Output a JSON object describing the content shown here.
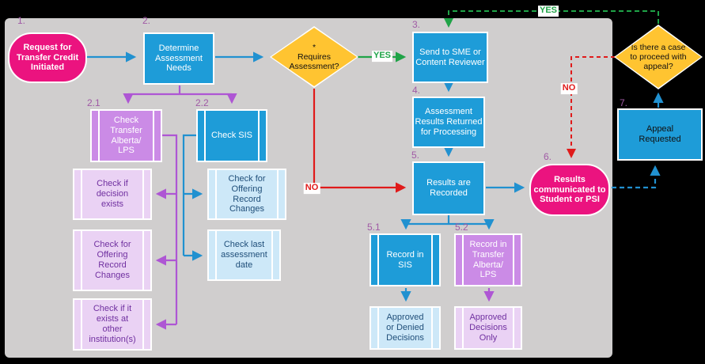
{
  "colors": {
    "background": "#000000",
    "panel_gray": "#D0CECE",
    "process_blue": "#1E9CD8",
    "terminator_pink": "#EB137F",
    "decision_yellow": "#FFC431",
    "purple_medium": "#CB8BE6",
    "purple_light": "#EAD2F4",
    "blue_light": "#CDE8F8",
    "text_purple": "#7030A0",
    "text_navy": "#1F4E79",
    "arrow_blue": "#2191D0",
    "arrow_purple": "#AE56D4",
    "arrow_red": "#E01A1A",
    "arrow_green": "#1FA347",
    "step_label_purple": "#A05AA5"
  },
  "steps": {
    "s1": "1.",
    "s2": "2.",
    "s2_1": "2.1",
    "s2_2": "2.2",
    "s3": "3.",
    "s4": "4.",
    "s5": "5.",
    "s5_1": "5.1",
    "s5_2": "5.2",
    "s6": "6.",
    "s7": "7."
  },
  "edge_labels": {
    "yes_requires": "YES",
    "no_requires": "NO",
    "yes_appeal": "YES",
    "no_appeal": "NO"
  },
  "nodes": {
    "request_initiated": "Request for Transfer Credit Initiated",
    "determine_needs": "Determine Assessment Needs",
    "requires_assessment_note": "*",
    "requires_assessment": "Requires Assessment?",
    "send_sme": "Send to SME or Content Reviewer",
    "assessment_returned": "Assessment Results Returned for Processing",
    "results_recorded": "Results are Recorded",
    "results_communicated": "Results communicated to Student or PSI",
    "appeal_case": "Is there a case to proceed with appeal?",
    "appeal_requested": "Appeal Requested",
    "check_transfer_alberta": "Check Transfer Alberta/ LPS",
    "check_sis": "Check SIS",
    "check_decision_exists": "Check if decision exists",
    "check_offering_changes_ta": "Check for Offering Record Changes",
    "check_exists_other": "Check if it exists at other institution(s)",
    "check_offering_changes_sis": "Check for Offering Record Changes",
    "check_last_assessment": "Check last assessment date",
    "record_sis": "Record in SIS",
    "record_transfer_alberta": "Record in Transfer Alberta/ LPS",
    "approved_denied": "Approved or Denied Decisions",
    "approved_only": "Approved Decisions Only"
  }
}
